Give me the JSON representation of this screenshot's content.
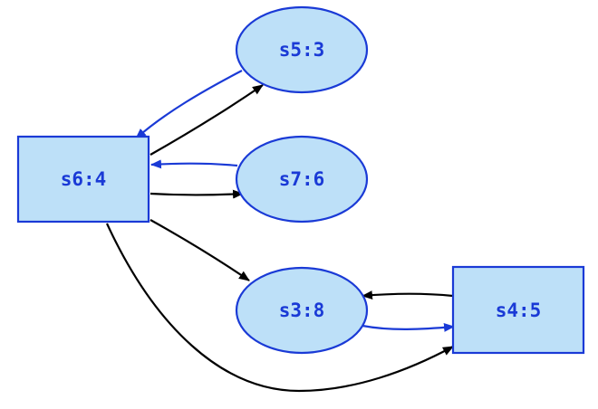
{
  "graph": {
    "nodes": [
      {
        "id": "s5",
        "label": "s5:3",
        "shape": "ellipse"
      },
      {
        "id": "s6",
        "label": "s6:4",
        "shape": "box"
      },
      {
        "id": "s7",
        "label": "s7:6",
        "shape": "ellipse"
      },
      {
        "id": "s3",
        "label": "s3:8",
        "shape": "ellipse"
      },
      {
        "id": "s4",
        "label": "s4:5",
        "shape": "box"
      }
    ],
    "edges": [
      {
        "from": "s6",
        "to": "s5",
        "color": "black"
      },
      {
        "from": "s5",
        "to": "s6",
        "color": "blue"
      },
      {
        "from": "s7",
        "to": "s6",
        "color": "blue"
      },
      {
        "from": "s6",
        "to": "s7",
        "color": "black"
      },
      {
        "from": "s6",
        "to": "s3",
        "color": "black"
      },
      {
        "from": "s4",
        "to": "s3",
        "color": "black"
      },
      {
        "from": "s3",
        "to": "s4",
        "color": "blue"
      },
      {
        "from": "s6",
        "to": "s4",
        "color": "black"
      }
    ],
    "colors": {
      "node_fill": "#bde0f8",
      "node_stroke": "#1a3ad6",
      "label": "#1a3ad6",
      "edge_black": "#000000",
      "edge_blue": "#1a3ad6"
    }
  }
}
